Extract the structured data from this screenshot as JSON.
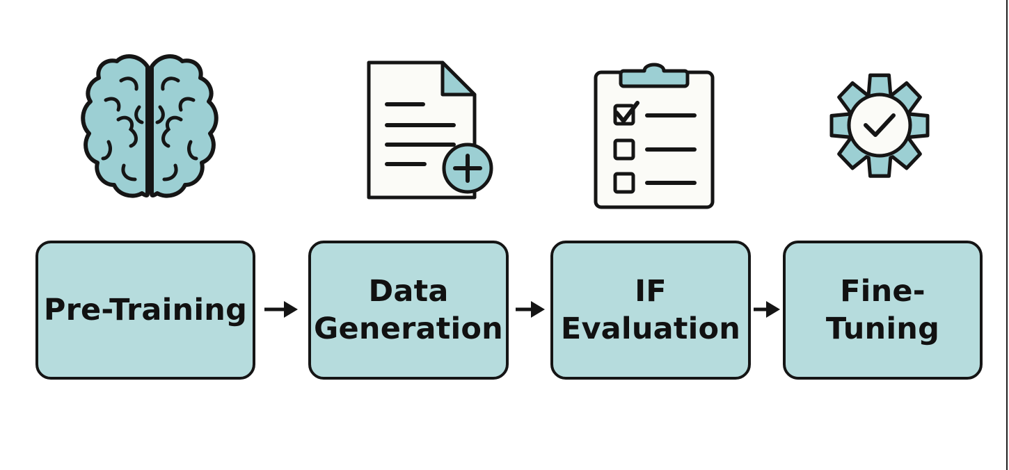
{
  "colors": {
    "accent_fill": "#b6dcdd",
    "icon_fill": "#9ccfd3",
    "outline": "#151515",
    "paper": "#fbfbf7"
  },
  "steps": [
    {
      "label": "Pre-Training",
      "icon": "brain-icon"
    },
    {
      "label": "Data\nGeneration",
      "icon": "document-add-icon"
    },
    {
      "label": "IF\nEvaluation",
      "icon": "clipboard-checklist-icon"
    },
    {
      "label": "Fine-\nTuning",
      "icon": "gear-check-icon"
    }
  ],
  "connectors": [
    {
      "from": "Pre-Training",
      "to": "Data Generation",
      "icon": "arrow-right-icon"
    },
    {
      "from": "Data Generation",
      "to": "IF Evaluation",
      "icon": "arrow-right-icon"
    },
    {
      "from": "IF Evaluation",
      "to": "Fine-Tuning",
      "icon": "arrow-right-icon"
    }
  ]
}
